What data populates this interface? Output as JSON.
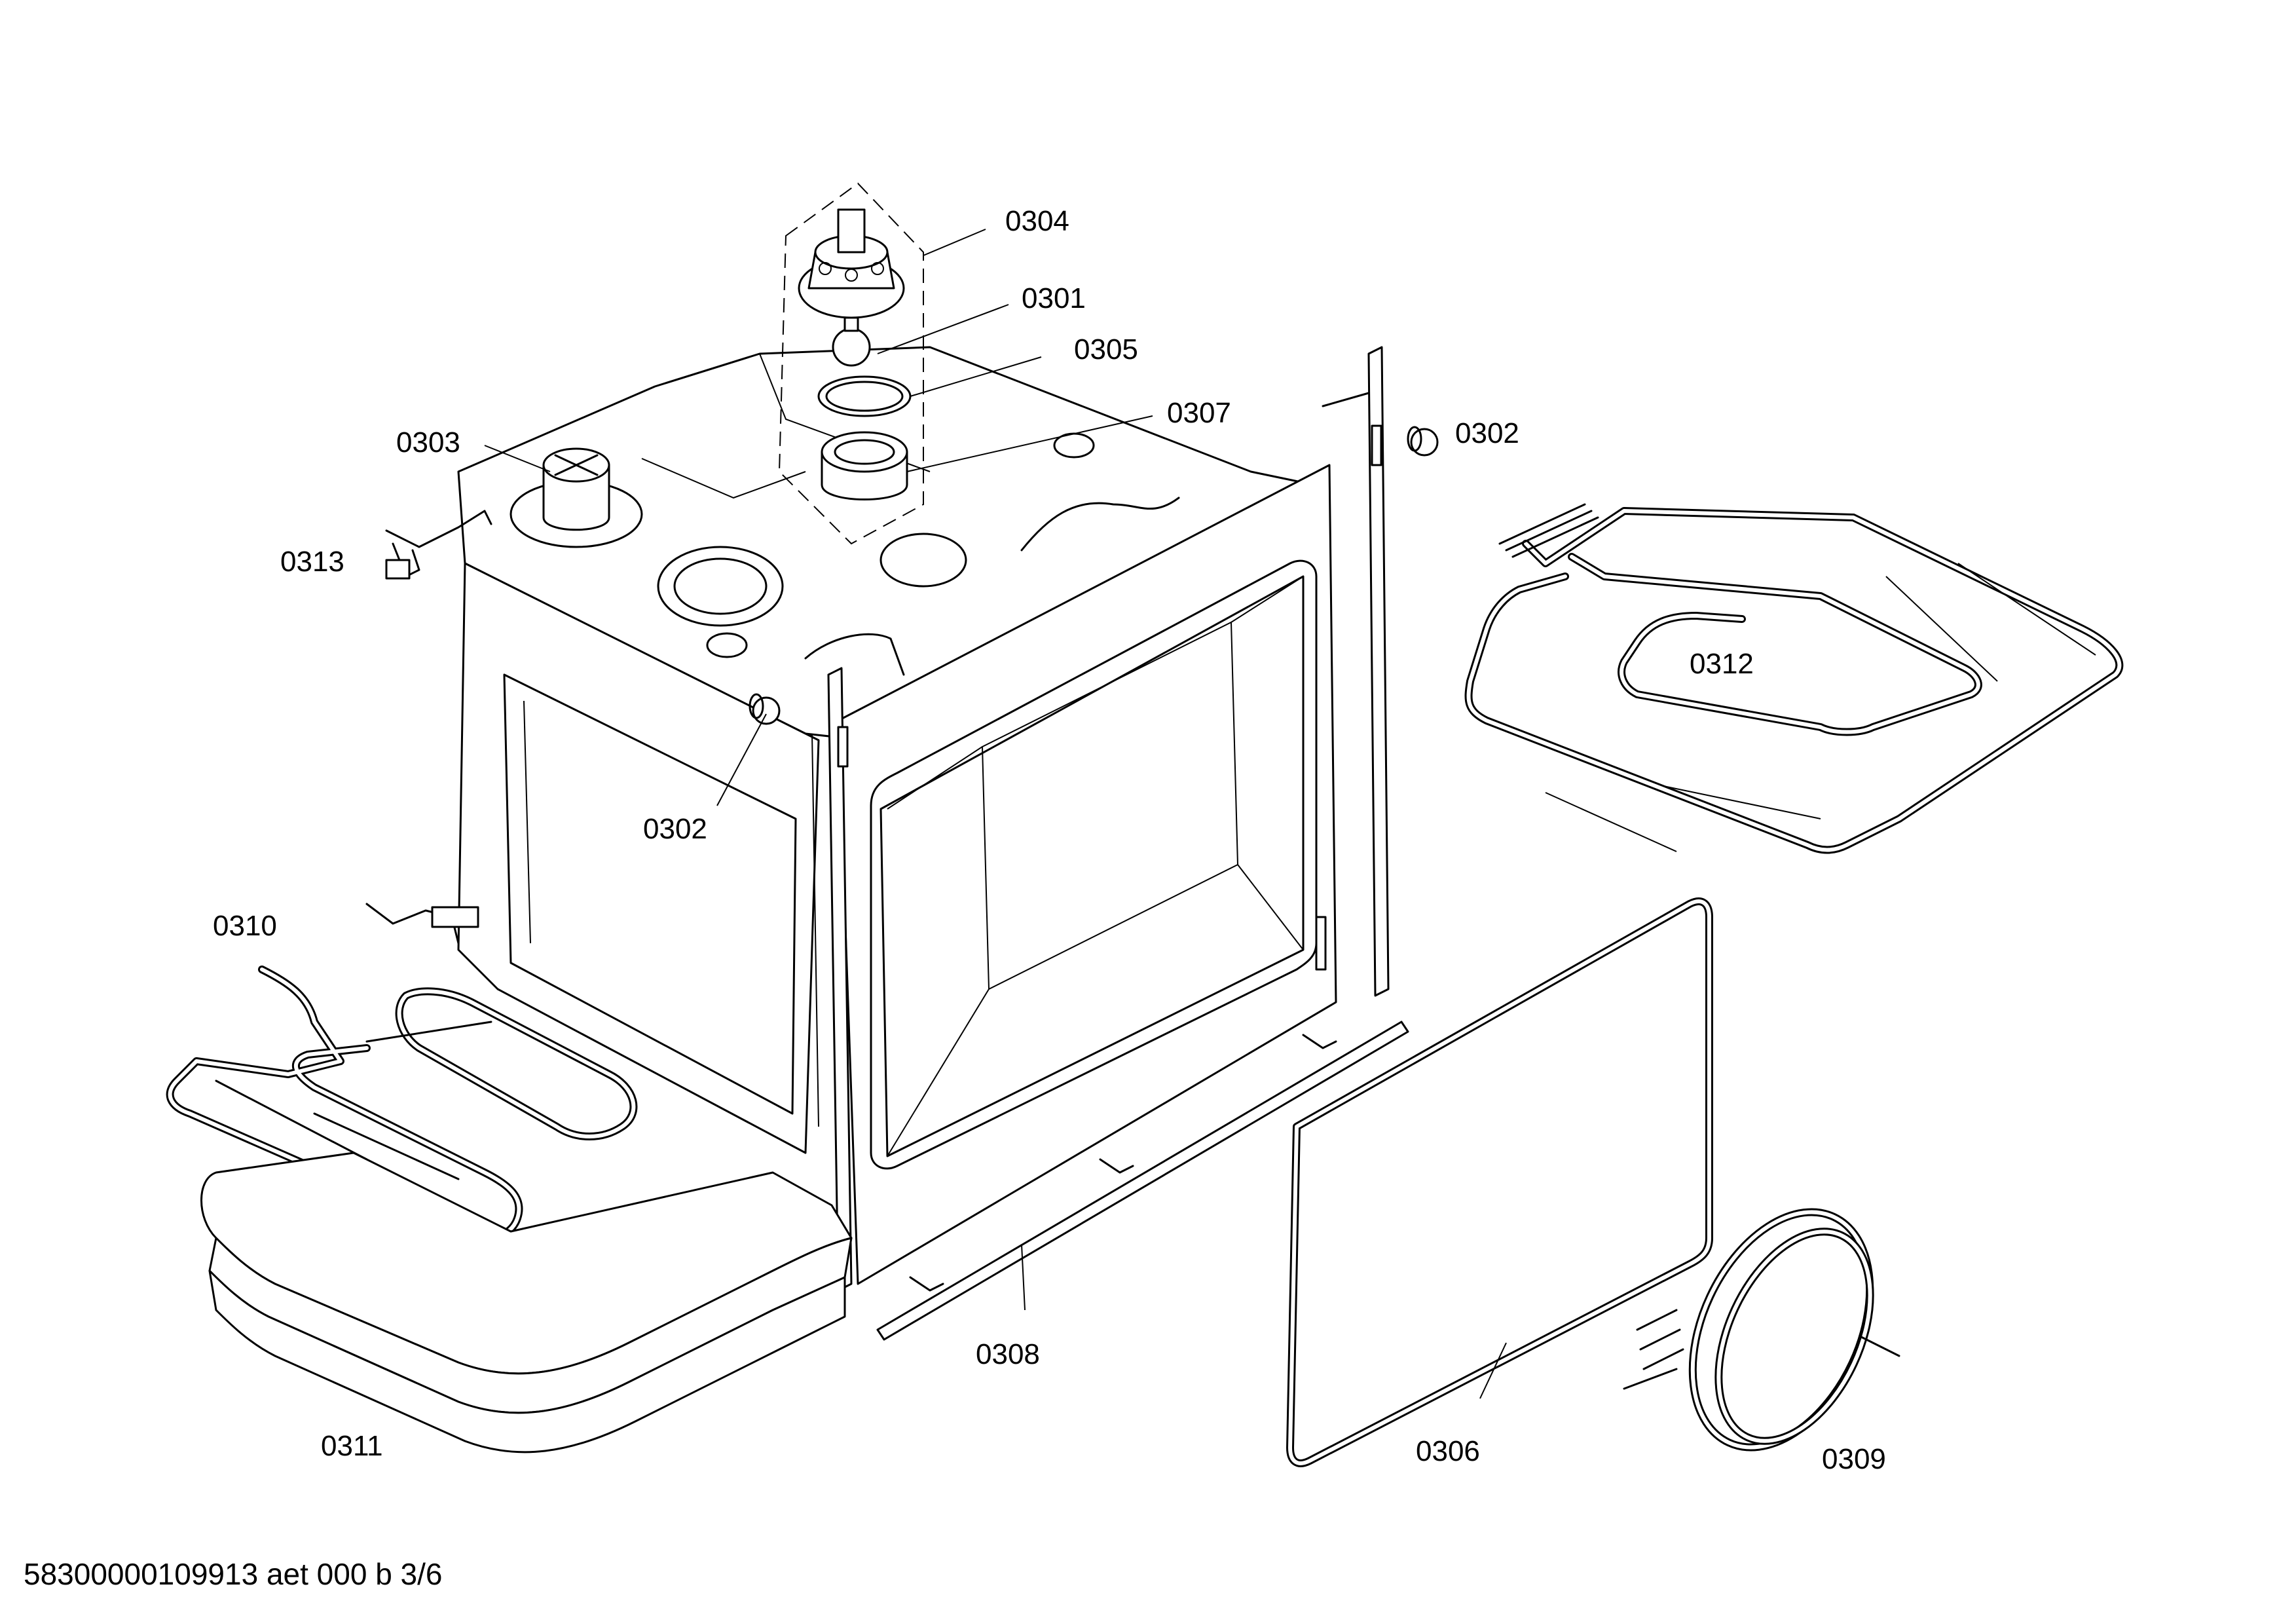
{
  "diagram": {
    "labels": {
      "p0304": "0304",
      "p0301": "0301",
      "p0305": "0305",
      "p0307": "0307",
      "p0303": "0303",
      "p0302_top": "0302",
      "p0313": "0313",
      "p0312": "0312",
      "p0302_mid": "0302",
      "p0310": "0310",
      "p0308": "0308",
      "p0306": "0306",
      "p0311": "0311",
      "p0309": "0309"
    }
  },
  "footer": {
    "text": "58300000109913 aet 000 b 3/6"
  }
}
